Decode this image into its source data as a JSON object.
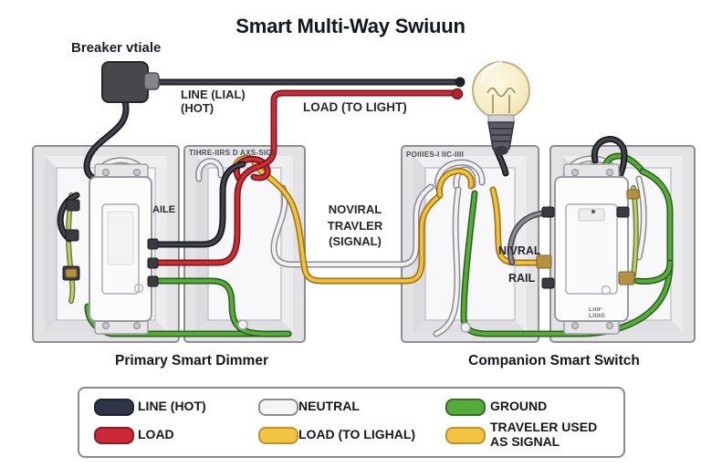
{
  "title": "Smart Multi-Way Swiuun",
  "breaker": {
    "label": "Breaker vtiale"
  },
  "labels": {
    "line_hot": "LINE (LIAL)\n(HOT)",
    "load_to_light": "LOAD (TO LIGHT)",
    "traveler_signal": "NOVIRAL\nTRAVLER\n(SIGNAL)",
    "neutral_right": "NIVRAL",
    "rail_right": "RAIL",
    "dimmer_side": "AILE",
    "box2_top_garbled": "TIHRE-IIRS D AXS-SIGI",
    "box3_top_garbled": "POIIIES-I IIC-IIII",
    "companion_micro_garbled": "LIIIF\nLIIIIG"
  },
  "captions": {
    "primary": "Primary Smart Dimmer",
    "companion": "Companion Smart Switch"
  },
  "legend": {
    "items": [
      {
        "label": "LINE (HOT)",
        "color": "#2f3547"
      },
      {
        "label": "NEUTRAL",
        "color": "#f4f4f4"
      },
      {
        "label": "GROUND",
        "color": "#55aa3c"
      },
      {
        "label": "LOAD",
        "color": "#cc2936"
      },
      {
        "label": "LOAD (TO LIGHAL)",
        "color": "#f3c440"
      },
      {
        "label": "TRAVELER USED\nAS SIGNAL",
        "color": "#f3c440"
      }
    ]
  },
  "wire_colors": {
    "line_hot": "#2b2b30",
    "load": "#cc2936",
    "neutral": "#f2f2f2",
    "ground": "#55aa3c",
    "traveler_signal": "#f0c23c"
  }
}
